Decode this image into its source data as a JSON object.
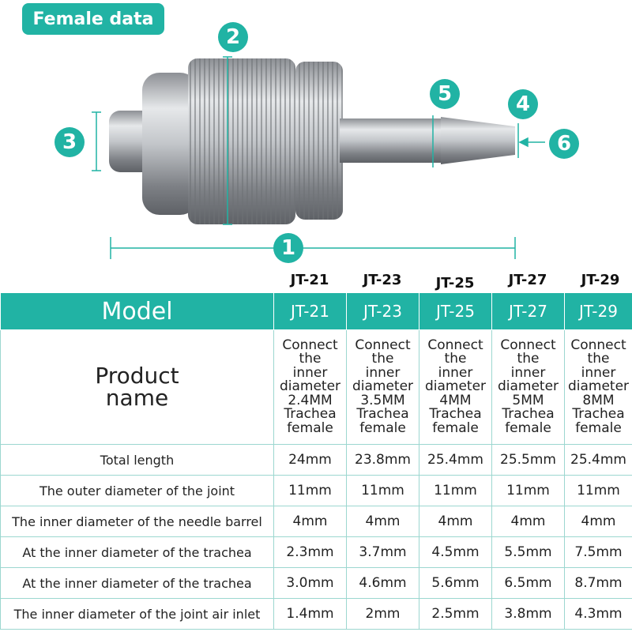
{
  "title": "Female data",
  "callouts": [
    "1",
    "2",
    "3",
    "4",
    "5",
    "6"
  ],
  "column_headers_above": [
    "JT-21",
    "JT-23",
    "JT-25",
    "JT-27",
    "JT-29"
  ],
  "table": {
    "model_label": "Model",
    "models": [
      "JT-21",
      "JT-23",
      "JT-25",
      "JT-27",
      "JT-29"
    ],
    "product_name_label": "Product\nname",
    "product_names": [
      "Connect\nthe\ninner\ndiameter\n2.4MM\nTrachea\nfemale",
      "Connect\nthe\ninner\ndiameter\n3.5MM\nTrachea\nfemale",
      "Connect\nthe\ninner\ndiameter\n4MM\nTrachea\nfemale",
      "Connect\nthe\ninner\ndiameter\n5MM\nTrachea\nfemale",
      "Connect\nthe\ninner\ndiameter\n8MM\nTrachea\nfemale"
    ],
    "rows": [
      {
        "label": "Total length",
        "values": [
          "24mm",
          "23.8mm",
          "25.4mm",
          "25.5mm",
          "25.4mm"
        ]
      },
      {
        "label": "The outer diameter of the joint",
        "values": [
          "11mm",
          "11mm",
          "11mm",
          "11mm",
          "11mm"
        ]
      },
      {
        "label": "The inner diameter of the needle barrel",
        "values": [
          "4mm",
          "4mm",
          "4mm",
          "4mm",
          "4mm"
        ]
      },
      {
        "label": "At the inner diameter of the trachea",
        "values": [
          "2.3mm",
          "3.7mm",
          "4.5mm",
          "5.5mm",
          "7.5mm"
        ]
      },
      {
        "label": "At the inner diameter of the trachea",
        "values": [
          "3.0mm",
          "4.6mm",
          "5.6mm",
          "6.5mm",
          "8.7mm"
        ]
      },
      {
        "label": "The inner diameter of the joint air inlet",
        "values": [
          "1.4mm",
          "2mm",
          "2.5mm",
          "3.8mm",
          "4.3mm"
        ]
      }
    ]
  },
  "colors": {
    "accent": "#21b3a4",
    "grid": "#9cd7d0",
    "metal": "#b9bcc0"
  }
}
